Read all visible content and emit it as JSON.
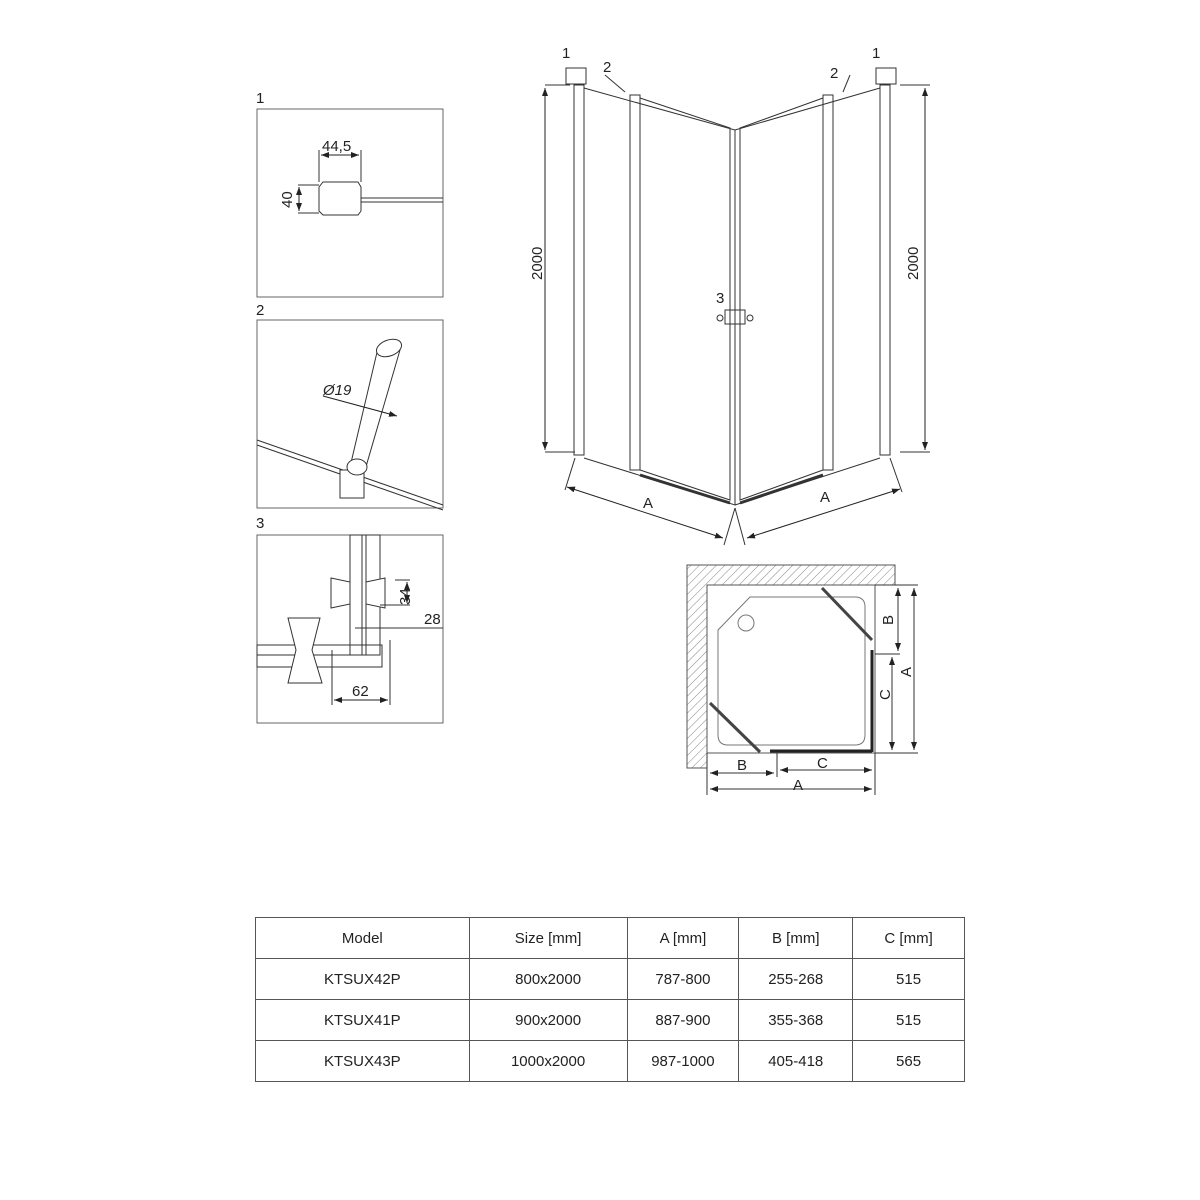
{
  "details": [
    {
      "number": "1",
      "dims": [
        "44,5",
        "40"
      ]
    },
    {
      "number": "2",
      "dims": [
        "Ø19"
      ]
    },
    {
      "number": "3",
      "dims": [
        "34",
        "28",
        "62"
      ]
    }
  ],
  "front_view": {
    "callouts": [
      "1",
      "2",
      "2",
      "1",
      "3"
    ],
    "height_left": "2000",
    "height_right": "2000",
    "width_left": "A",
    "width_right": "A"
  },
  "plan_view": {
    "labels": {
      "b_h": "B",
      "c_h": "C",
      "a_h": "A",
      "b_v": "B",
      "c_v": "C",
      "a_v": "A"
    }
  },
  "table": {
    "headers": [
      "Model",
      "Size [mm]",
      "A [mm]",
      "B [mm]",
      "C [mm]"
    ],
    "rows": [
      [
        "KTSUX42P",
        "800x2000",
        "787-800",
        "255-268",
        "515"
      ],
      [
        "KTSUX41P",
        "900x2000",
        "887-900",
        "355-368",
        "515"
      ],
      [
        "KTSUX43P",
        "1000x2000",
        "987-1000",
        "405-418",
        "565"
      ]
    ]
  }
}
